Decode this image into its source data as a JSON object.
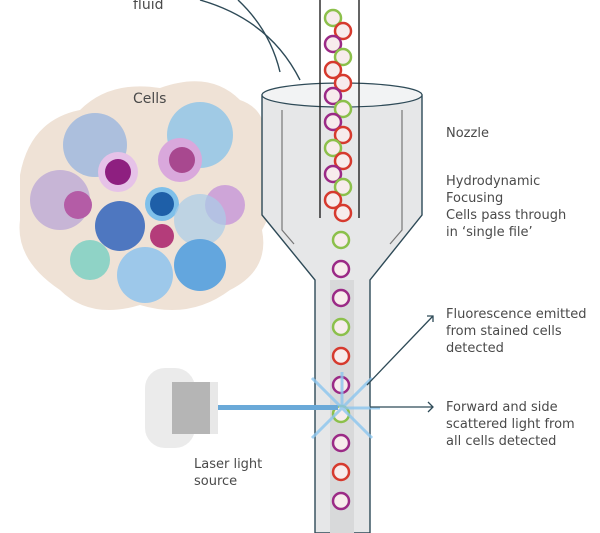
{
  "title": "Flow cytometry principle",
  "labels": {
    "fluid": "fluid",
    "cells": "Cells",
    "nozzle": "Nozzle",
    "focusing": [
      "Hydrodynamic",
      "Focusing",
      "Cells pass through",
      "in ‘single file’"
    ],
    "fluorescence": [
      "Fluorescence emitted",
      "from stained cells",
      "detected"
    ],
    "scatter": [
      "Forward and side",
      "scattered light from",
      "all cells detected"
    ],
    "laser": [
      "Laser light",
      "source"
    ]
  },
  "colors": {
    "red_cell": "#d63a2e",
    "green_cell": "#8cc04b",
    "magenta_cell": "#9b2a86",
    "line": "#2e4a57",
    "nozzle_fill": "#e6e7e8",
    "cell_cluster_bg": "#efe2d6",
    "laser_beam": "#6aa9d8"
  },
  "stream_cells": [
    "green",
    "red",
    "magenta",
    "green",
    "red",
    "red",
    "magenta",
    "green",
    "magenta",
    "red",
    "green",
    "red",
    "magenta",
    "green",
    "red",
    "red",
    "green",
    "magenta",
    "magenta",
    "green",
    "red",
    "magenta",
    "green",
    "magenta",
    "red",
    "magenta"
  ]
}
